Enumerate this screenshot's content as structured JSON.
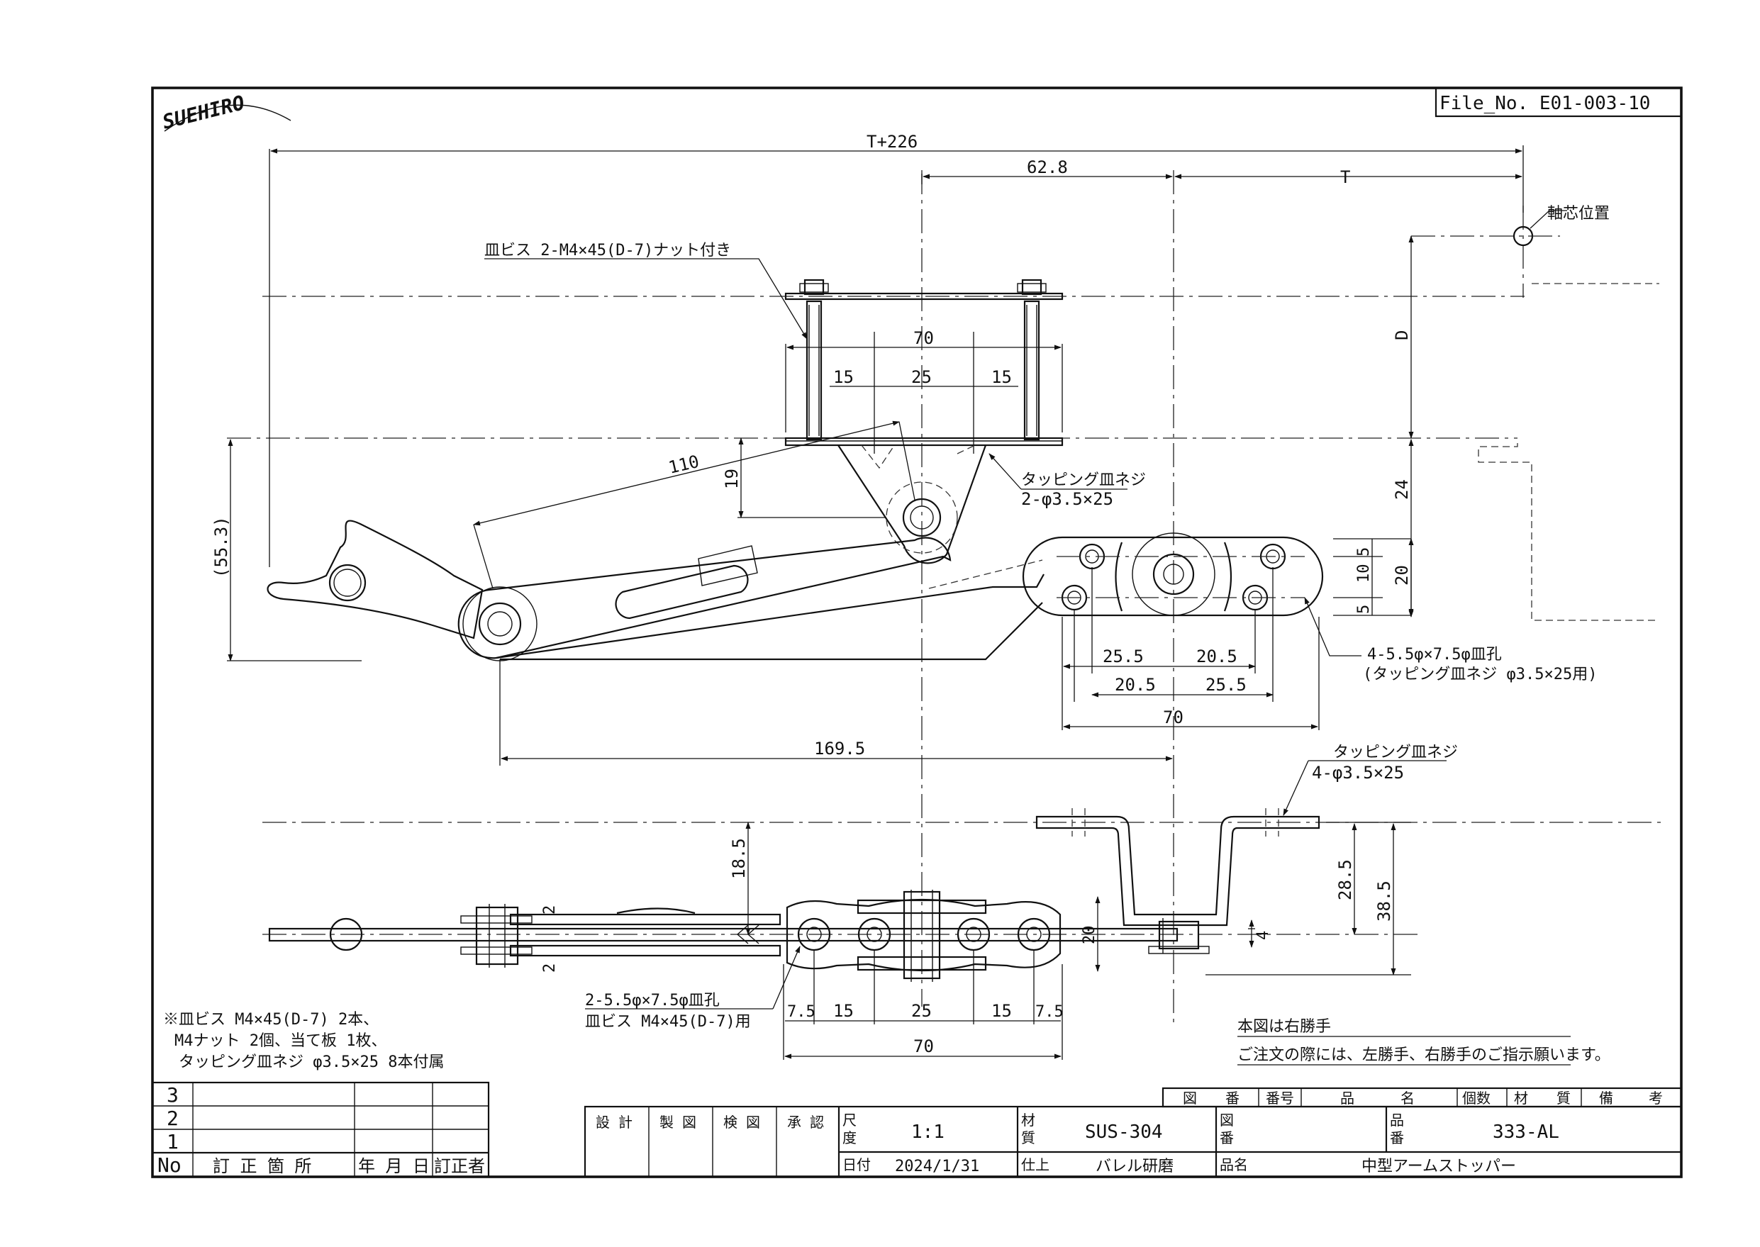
{
  "logo": {
    "text": "SUEHIRO"
  },
  "file_no": "File_No.  E01-003-10",
  "dimensions": {
    "t226": "T+226",
    "d62_8": "62.8",
    "t": "T",
    "d": "D",
    "top_70": "70",
    "top_15a": "15",
    "top_25": "25",
    "top_15b": "15",
    "d110": "110",
    "d19": "19",
    "d55_3": "(55.3)",
    "d24": "24",
    "d5a": "5",
    "d10": "10",
    "d5b": "5",
    "d20": "20",
    "d25_5a": "25.5",
    "d20_5a": "20.5",
    "d20_5b": "20.5",
    "d25_5b": "25.5",
    "mid_70": "70",
    "d169_5": "169.5",
    "d18_5": "18.5",
    "d28_5": "28.5",
    "d38_5": "38.5",
    "d2a": "2",
    "d2b": "2",
    "d20v": "20",
    "d4": "4",
    "b7_5a": "7.5",
    "b15a": "15",
    "b25": "25",
    "b15b": "15",
    "b7_5b": "7.5",
    "b70": "70"
  },
  "notes": {
    "axis": "軸芯位置",
    "screw_top": "皿ビス 2-M4×45(D-7)ナット付き",
    "tapping1_l1": "タッピング皿ネジ",
    "tapping1_l2": "2-φ3.5×25",
    "holes_l1": "4-5.5φ×7.5φ皿孔",
    "holes_l2": "(タッピング皿ネジ φ3.5×25用)",
    "tapping2_l1": "タッピング皿ネジ",
    "tapping2_l2": "4-φ3.5×25",
    "holes2_l1": "2-5.5φ×7.5φ皿孔",
    "holes2_l2": "皿ビス M4×45(D-7)用",
    "accessory_l1": "※皿ビス M4×45(D-7) 2本、",
    "accessory_l2": "M4ナット 2個、当て板 1枚、",
    "accessory_l3": "タッピング皿ネジ φ3.5×25 8本付属",
    "hand_l1": "本図は右勝手",
    "hand_l2": "ご注文の際には、左勝手、右勝手のご指示願います。"
  },
  "revision_table": {
    "rows": [
      "3",
      "2",
      "1"
    ],
    "headers": [
      "No",
      "訂 正 箇 所",
      "年 月 日",
      "訂正者"
    ]
  },
  "parts_header": [
    "図",
    "番",
    "番号",
    "品",
    "名",
    "個数",
    "材",
    "質",
    "備",
    "考"
  ],
  "title_block": {
    "approvals": [
      "設 計",
      "製 図",
      "検 図",
      "承 認"
    ],
    "scale_label_1": "尺",
    "scale_label_2": "度",
    "scale": "1:1",
    "date_label": "日付",
    "date": "2024/1/31",
    "material_label_1": "材",
    "material_label_2": "質",
    "material": "SUS-304",
    "finish_label": "仕上",
    "finish": "バレル研磨",
    "drawing_no_label_1": "図",
    "drawing_no_label_2": "番",
    "product_no_label_1": "品",
    "product_no_label_2": "番",
    "product_no": "333-AL",
    "name_label": "品名",
    "name": "中型アームストッパー"
  }
}
